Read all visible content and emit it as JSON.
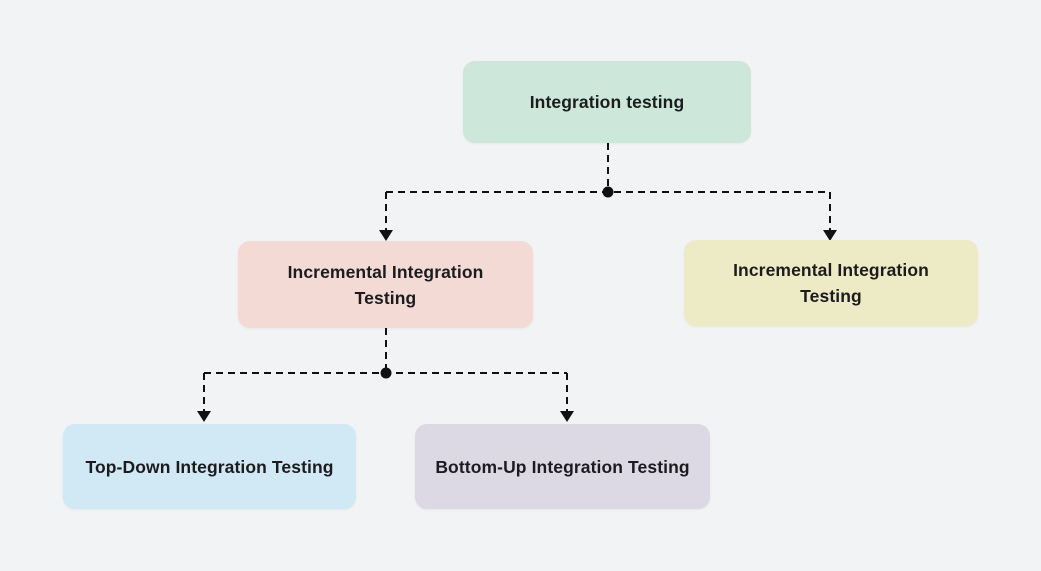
{
  "diagram": {
    "background": "#f2f3f5",
    "connector_color": "#111111",
    "text_color": "#1c1c1e",
    "nodes": {
      "root": {
        "label": "Integration testing",
        "bg": "#cde8da"
      },
      "incremental_left": {
        "label": "Incremental Integration Testing",
        "bg": "#f3dad5"
      },
      "incremental_right": {
        "label": "Incremental Integration Testing",
        "bg": "#edebc6"
      },
      "top_down": {
        "label": "Top-Down Integration Testing",
        "bg": "#d0e9f4"
      },
      "bottom_up": {
        "label": "Bottom-Up Integration Testing",
        "bg": "#dcd9e5"
      }
    },
    "edges": [
      {
        "from": "root",
        "to": "incremental_left"
      },
      {
        "from": "root",
        "to": "incremental_right"
      },
      {
        "from": "incremental_left",
        "to": "top_down"
      },
      {
        "from": "incremental_left",
        "to": "bottom_up"
      }
    ]
  }
}
